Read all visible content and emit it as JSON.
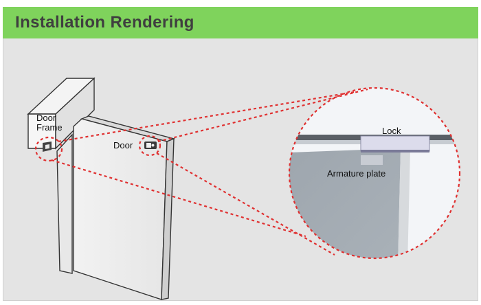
{
  "header": {
    "title": "Installation Rendering"
  },
  "labels": {
    "door_frame_line1": "Door",
    "door_frame_line2": "Frame",
    "door": "Door",
    "lock": "Lock",
    "armature_plate": "Armature plate"
  },
  "colors": {
    "header_background": "#7fd35c",
    "header_text": "#3f3f3f",
    "panel_background": "#e4e4e4",
    "callout_dash": "#e03030",
    "door_face": "#e9e9e9",
    "door_closeup": "#a3abb3",
    "lock_body": "#dcdcec"
  }
}
